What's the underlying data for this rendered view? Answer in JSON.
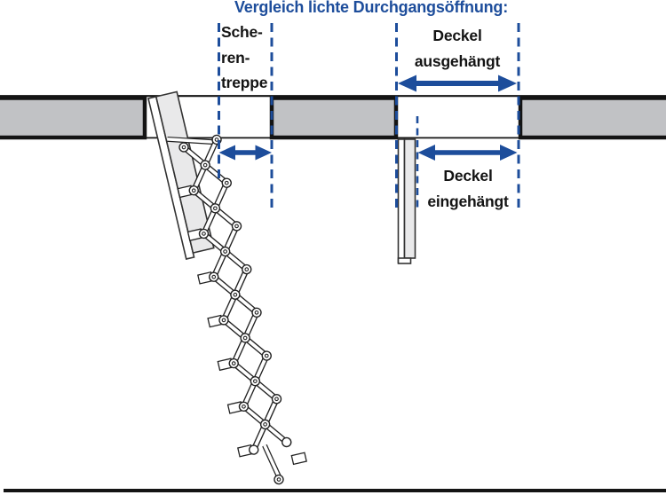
{
  "title": {
    "text": "Vergleich lichte Durchgangsöffnung:"
  },
  "labels": {
    "scherentreppe": {
      "lines": [
        "Sche-",
        "ren-",
        "treppe"
      ]
    },
    "deckel_ausgehaengt": {
      "lines": [
        "Deckel",
        "ausgehängt"
      ]
    },
    "deckel_eingehaengt": {
      "lines": [
        "Deckel",
        "eingehängt"
      ]
    }
  },
  "colors": {
    "accent_blue": "#1d4d9b",
    "ceiling_gray": "#c1c2c5",
    "lid_gray": "#e9e9ea",
    "outline_black": "#141414",
    "background": "#ffffff"
  },
  "icons": {
    "double_arrow": "double-headed-measurement-arrow",
    "dashed_guide": "vertical-dashed-guide-line"
  }
}
